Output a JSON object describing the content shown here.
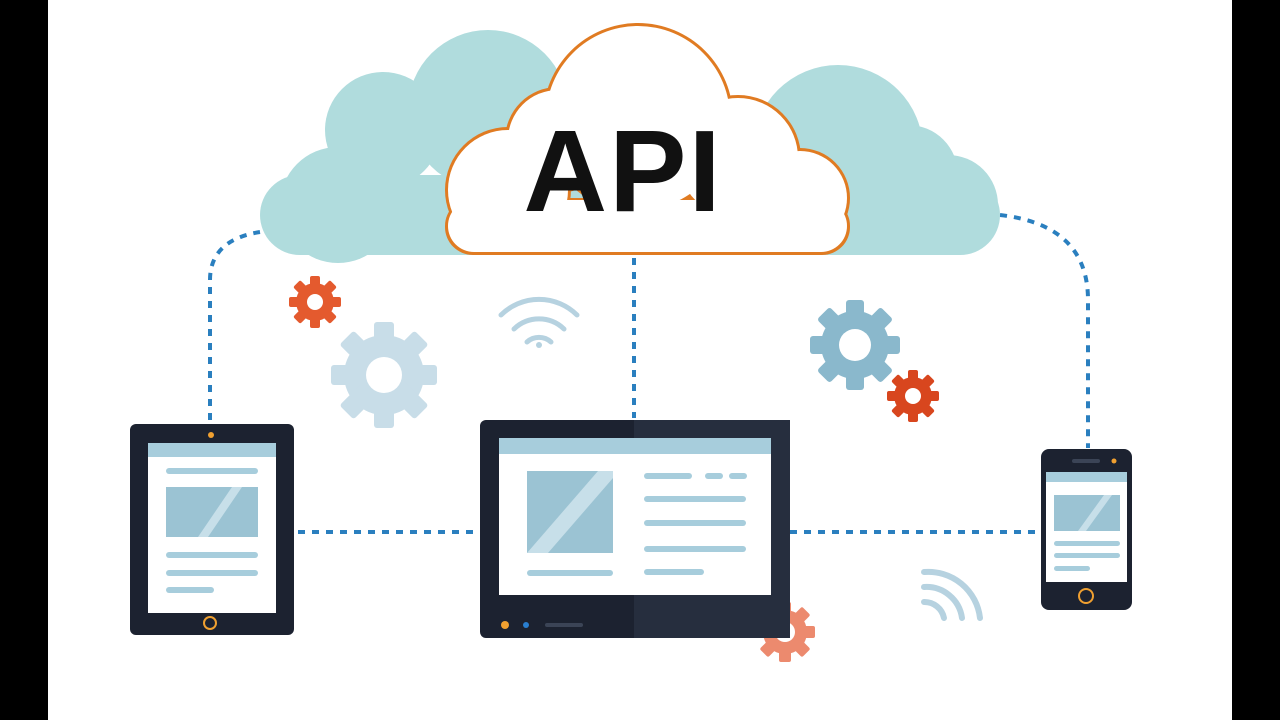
{
  "cloud": {
    "label": "API"
  },
  "colors": {
    "background": "#ffffff",
    "frame": "#000000",
    "cloud_back": "#b0dcdd",
    "cloud_front_fill": "#ffffff",
    "cloud_outline": "#e07b22",
    "label": "#111111",
    "connector": "#2a7fbf",
    "device_body": "#1c2230",
    "device_body_shade": "#262e3e",
    "screen_bg": "#ffffff",
    "screen_bar": "#a7cddc",
    "screen_image": "#9bc3d3",
    "screen_line": "#a7cddc",
    "gear_blue_light": "#c8dde8",
    "gear_blue_mid": "#8ab8cc",
    "gear_orange": "#e45a2e",
    "gear_orange_light": "#ec8a6e",
    "wifi": "#b6d2e0",
    "home_button": "#f0a030",
    "led_blue": "#2a7fd0"
  },
  "nodes": [
    {
      "name": "api-cloud",
      "icon": "cloud-icon"
    },
    {
      "name": "tablet",
      "icon": "tablet-icon"
    },
    {
      "name": "laptop",
      "icon": "monitor-icon"
    },
    {
      "name": "smartphone",
      "icon": "smartphone-icon"
    }
  ],
  "decorations": [
    "gear-icon",
    "wifi-icon",
    "signal-icon"
  ]
}
